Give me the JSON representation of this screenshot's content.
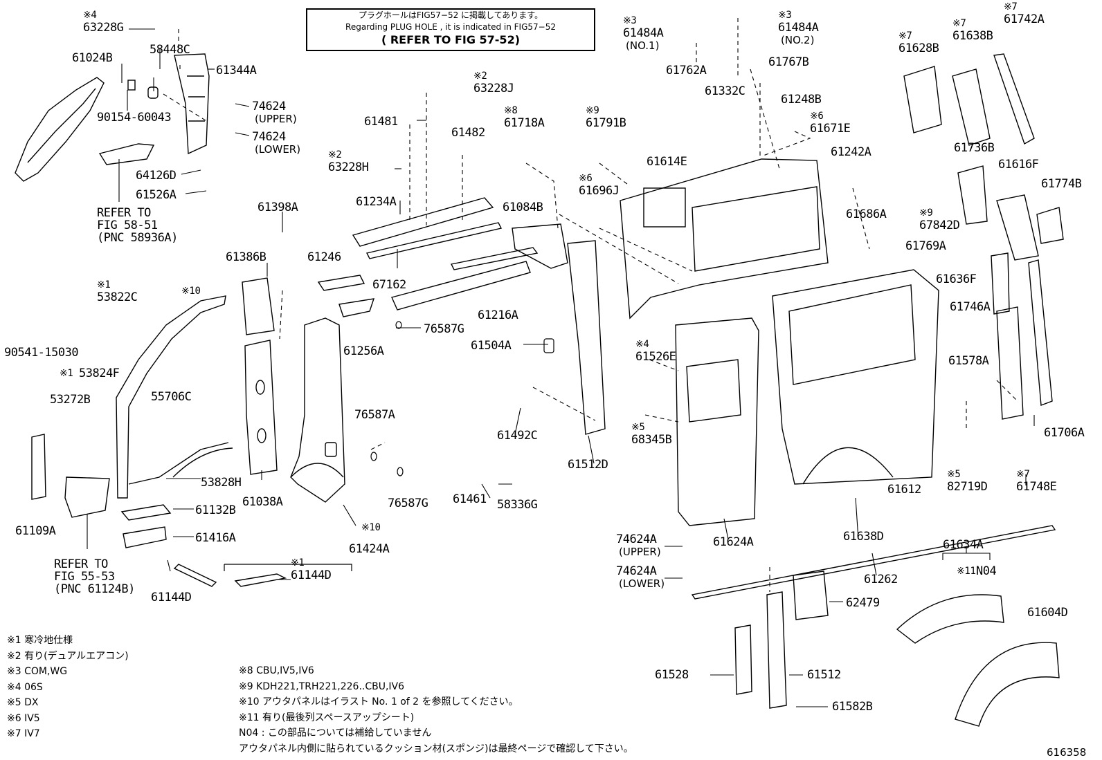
{
  "callout": {
    "line1": "プラグホールはFIG57−52 に掲載してあります。",
    "line2": "Regarding PLUG HOLE , it is indicated in FIG57−52",
    "line3": "( REFER TO FIG 57-52)"
  },
  "parts": [
    {
      "id": "p63228G",
      "mark": "※4",
      "num": "63228G"
    },
    {
      "id": "p61024B",
      "num": "61024B"
    },
    {
      "id": "p58448C",
      "num": "58448C"
    },
    {
      "id": "p61344A",
      "num": "61344A"
    },
    {
      "id": "p90154",
      "num": "90154-60043"
    },
    {
      "id": "p74624u",
      "num": "74624",
      "sub": "(UPPER)"
    },
    {
      "id": "p74624l",
      "num": "74624",
      "sub": "(LOWER)"
    },
    {
      "id": "p64126D",
      "num": "64126D"
    },
    {
      "id": "p61526A",
      "num": "61526A"
    },
    {
      "id": "p61398A",
      "num": "61398A"
    },
    {
      "id": "p61386B",
      "num": "61386B"
    },
    {
      "id": "p53822C",
      "mark": "※1",
      "num": "53822C"
    },
    {
      "id": "p90541",
      "num": "90541-15030"
    },
    {
      "id": "p53824F",
      "mark": "※1",
      "num": "53824F"
    },
    {
      "id": "p53272B",
      "num": "53272B"
    },
    {
      "id": "p55706C",
      "num": "55706C"
    },
    {
      "id": "p53828H",
      "num": "53828H"
    },
    {
      "id": "p61038A",
      "num": "61038A"
    },
    {
      "id": "p61109A",
      "num": "61109A"
    },
    {
      "id": "p61132B",
      "num": "61132B"
    },
    {
      "id": "p61416A",
      "num": "61416A"
    },
    {
      "id": "p61144Da",
      "num": "61144D"
    },
    {
      "id": "p61144Db",
      "mark": "※1",
      "num": "61144D"
    },
    {
      "id": "p63228J",
      "mark": "※2",
      "num": "63228J"
    },
    {
      "id": "p61481",
      "num": "61481"
    },
    {
      "id": "p61482",
      "num": "61482"
    },
    {
      "id": "p63228H",
      "mark": "※2",
      "num": "63228H"
    },
    {
      "id": "p61234A",
      "num": "61234A"
    },
    {
      "id": "p61246",
      "num": "61246"
    },
    {
      "id": "p67162",
      "num": "67162"
    },
    {
      "id": "p61256A",
      "num": "61256A"
    },
    {
      "id": "p76587Ga",
      "num": "76587G"
    },
    {
      "id": "p61216A",
      "num": "61216A"
    },
    {
      "id": "p61084B",
      "num": "61084B"
    },
    {
      "id": "p61718A",
      "mark": "※8",
      "num": "61718A"
    },
    {
      "id": "p61791B",
      "mark": "※9",
      "num": "61791B"
    },
    {
      "id": "p61696J",
      "mark": "※6",
      "num": "61696J"
    },
    {
      "id": "p61504A",
      "num": "61504A"
    },
    {
      "id": "p76587A",
      "num": "76587A"
    },
    {
      "id": "p76587Gb",
      "num": "76587G"
    },
    {
      "id": "p61461",
      "num": "61461"
    },
    {
      "id": "p58336G",
      "num": "58336G"
    },
    {
      "id": "p61492C",
      "num": "61492C"
    },
    {
      "id": "p61512D",
      "num": "61512D"
    },
    {
      "id": "p61424A",
      "num": "61424A"
    },
    {
      "id": "p61484A1",
      "mark": "※3",
      "num": "61484A",
      "sub": "(NO.1)"
    },
    {
      "id": "p61484A2",
      "mark": "※3",
      "num": "61484A",
      "sub": "(NO.2)"
    },
    {
      "id": "p61762A",
      "num": "61762A"
    },
    {
      "id": "p61767B",
      "num": "61767B"
    },
    {
      "id": "p61332C",
      "num": "61332C"
    },
    {
      "id": "p61248B",
      "num": "61248B"
    },
    {
      "id": "p61671E",
      "mark": "※6",
      "num": "61671E"
    },
    {
      "id": "p61614E",
      "num": "61614E"
    },
    {
      "id": "p61242A",
      "num": "61242A"
    },
    {
      "id": "p61686A",
      "num": "61686A"
    },
    {
      "id": "p61526E",
      "mark": "※4",
      "num": "61526E"
    },
    {
      "id": "p68345B",
      "mark": "※5",
      "num": "68345B"
    },
    {
      "id": "p74624Au",
      "num": "74624A",
      "sub": "(UPPER)"
    },
    {
      "id": "p74624Al",
      "num": "74624A",
      "sub": "(LOWER)"
    },
    {
      "id": "p61624A",
      "num": "61624A"
    },
    {
      "id": "p61612",
      "num": "61612"
    },
    {
      "id": "p61638D",
      "num": "61638D"
    },
    {
      "id": "p61262",
      "num": "61262"
    },
    {
      "id": "p62479",
      "num": "62479"
    },
    {
      "id": "p61528",
      "num": "61528"
    },
    {
      "id": "p61512",
      "num": "61512"
    },
    {
      "id": "p61582B",
      "num": "61582B"
    },
    {
      "id": "p61628B",
      "mark": "※7",
      "num": "61628B"
    },
    {
      "id": "p61638B",
      "mark": "※7",
      "num": "61638B"
    },
    {
      "id": "p61742A",
      "mark": "※7",
      "num": "61742A"
    },
    {
      "id": "p61736B",
      "num": "61736B"
    },
    {
      "id": "p61616F",
      "num": "61616F"
    },
    {
      "id": "p61774B",
      "num": "61774B"
    },
    {
      "id": "p67842D",
      "mark": "※9",
      "num": "67842D"
    },
    {
      "id": "p61769A",
      "num": "61769A"
    },
    {
      "id": "p61636F",
      "num": "61636F"
    },
    {
      "id": "p61746A",
      "num": "61746A"
    },
    {
      "id": "p61578A",
      "num": "61578A"
    },
    {
      "id": "p61706A",
      "num": "61706A"
    },
    {
      "id": "p82719D",
      "mark": "※5",
      "num": "82719D"
    },
    {
      "id": "p61748E",
      "mark": "※7",
      "num": "61748E"
    },
    {
      "id": "p61634A",
      "num": "61634A"
    },
    {
      "id": "pN04",
      "mark": "※11",
      "num": "N04"
    },
    {
      "id": "p61604D",
      "num": "61604D"
    }
  ],
  "refs": {
    "fig5851": [
      "REFER TO",
      "FIG 58-51",
      "(PNC 58936A)"
    ],
    "fig5553": [
      "REFER TO",
      "FIG 55-53",
      "(PNC 61124B)"
    ],
    "mark10a": "※10",
    "mark10b": "※10"
  },
  "footnotes_left": [
    "※1 寒冷地仕様",
    "※2 有り(デュアルエアコン)",
    "※3 COM,WG",
    "※4 06S",
    "※5 DX",
    "※6 IV5",
    "※7 IV7"
  ],
  "footnotes_right": [
    "※8 CBU,IV5,IV6",
    "※9 KDH221,TRH221,226..CBU,IV6",
    "※10 アウタパネルはイラスト No. 1 of 2 を参照してください。",
    "※11 有り(最後列スペースアップシート)",
    "N04 : この部品については補給していません",
    "アウタパネル内側に貼られているクッション材(スポンジ)は最終ページで確認して下さい。"
  ],
  "figure_number": "616358"
}
